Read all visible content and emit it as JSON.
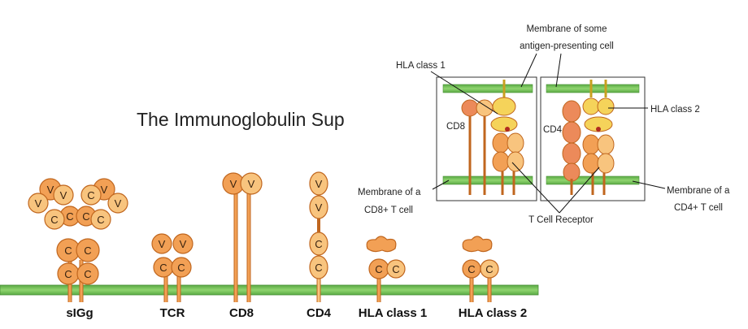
{
  "title": "The Immunoglobulin Sup",
  "molecule_labels": {
    "sigg": "sIGg",
    "tcr": "TCR",
    "cd8": "CD8",
    "cd4": "CD4",
    "hla1": "HLA class 1",
    "hla2": "HLA class 2"
  },
  "domain_letters": {
    "v": "V",
    "c": "C"
  },
  "inset": {
    "apc_membrane": [
      "Membrane of some",
      "antigen-presenting cell"
    ],
    "hla_class_1": "HLA class 1",
    "hla_class_2": "HLA class 2",
    "cd8": "CD8",
    "cd4": "CD4",
    "cd8_membrane": [
      "Membrane of a",
      "CD8+ T cell"
    ],
    "cd4_membrane": [
      "Membrane of a",
      "CD4+ T cell"
    ],
    "tcr": "T Cell Receptor"
  },
  "colors": {
    "membrane": "#6dbf55",
    "domain_fill": "#f2a055",
    "domain_stroke": "#c0661e",
    "light_domain": "#f8c47e",
    "yellow_domain": "#f5d35a",
    "red_domain": "#ec8a5a"
  }
}
